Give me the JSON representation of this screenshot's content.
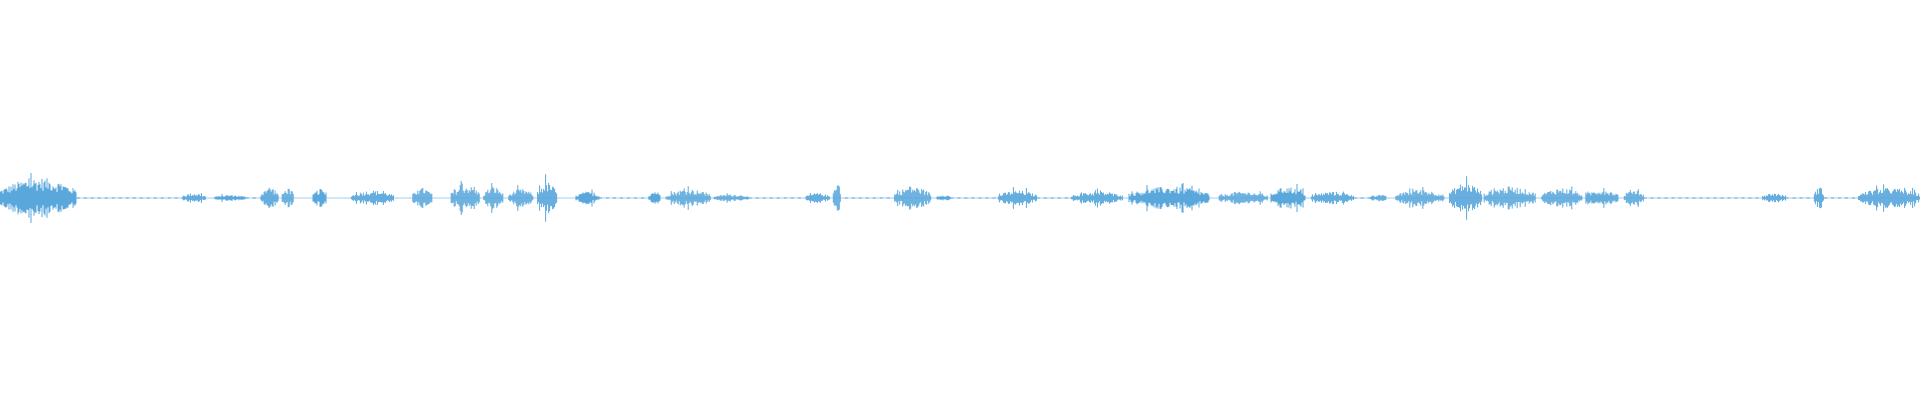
{
  "waveform": {
    "color": "#5aa7dc",
    "segments": [
      {
        "start": 0.0,
        "end": 0.04,
        "amp": 0.32
      },
      {
        "start": 0.095,
        "end": 0.107,
        "amp": 0.08
      },
      {
        "start": 0.112,
        "end": 0.128,
        "amp": 0.05
      },
      {
        "start": 0.136,
        "end": 0.145,
        "amp": 0.18
      },
      {
        "start": 0.147,
        "end": 0.153,
        "amp": 0.16
      },
      {
        "start": 0.163,
        "end": 0.17,
        "amp": 0.14
      },
      {
        "start": 0.183,
        "end": 0.205,
        "amp": 0.12
      },
      {
        "start": 0.215,
        "end": 0.225,
        "amp": 0.16
      },
      {
        "start": 0.235,
        "end": 0.25,
        "amp": 0.2
      },
      {
        "start": 0.252,
        "end": 0.262,
        "amp": 0.18
      },
      {
        "start": 0.265,
        "end": 0.278,
        "amp": 0.14
      },
      {
        "start": 0.28,
        "end": 0.29,
        "amp": 0.25
      },
      {
        "start": 0.3,
        "end": 0.312,
        "amp": 0.1
      },
      {
        "start": 0.338,
        "end": 0.344,
        "amp": 0.12
      },
      {
        "start": 0.347,
        "end": 0.37,
        "amp": 0.14
      },
      {
        "start": 0.372,
        "end": 0.39,
        "amp": 0.06
      },
      {
        "start": 0.42,
        "end": 0.432,
        "amp": 0.08
      },
      {
        "start": 0.434,
        "end": 0.438,
        "amp": 0.28
      },
      {
        "start": 0.466,
        "end": 0.485,
        "amp": 0.18
      },
      {
        "start": 0.488,
        "end": 0.495,
        "amp": 0.06
      },
      {
        "start": 0.52,
        "end": 0.54,
        "amp": 0.12
      },
      {
        "start": 0.558,
        "end": 0.585,
        "amp": 0.1
      },
      {
        "start": 0.588,
        "end": 0.63,
        "amp": 0.18
      },
      {
        "start": 0.635,
        "end": 0.66,
        "amp": 0.1
      },
      {
        "start": 0.662,
        "end": 0.68,
        "amp": 0.18
      },
      {
        "start": 0.683,
        "end": 0.705,
        "amp": 0.1
      },
      {
        "start": 0.714,
        "end": 0.722,
        "amp": 0.06
      },
      {
        "start": 0.727,
        "end": 0.752,
        "amp": 0.13
      },
      {
        "start": 0.755,
        "end": 0.772,
        "amp": 0.24
      },
      {
        "start": 0.773,
        "end": 0.8,
        "amp": 0.18
      },
      {
        "start": 0.803,
        "end": 0.824,
        "amp": 0.16
      },
      {
        "start": 0.826,
        "end": 0.843,
        "amp": 0.14
      },
      {
        "start": 0.846,
        "end": 0.856,
        "amp": 0.14
      },
      {
        "start": 0.918,
        "end": 0.93,
        "amp": 0.08
      },
      {
        "start": 0.945,
        "end": 0.95,
        "amp": 0.18
      },
      {
        "start": 0.968,
        "end": 1.0,
        "amp": 0.16
      }
    ],
    "dashes": [
      [
        0.04,
        0.095
      ],
      [
        0.128,
        0.136
      ],
      [
        0.312,
        0.338
      ],
      [
        0.39,
        0.42
      ],
      [
        0.44,
        0.466
      ],
      [
        0.495,
        0.52
      ],
      [
        0.54,
        0.558
      ],
      [
        0.705,
        0.714
      ],
      [
        0.856,
        0.918
      ],
      [
        0.93,
        0.945
      ],
      [
        0.95,
        0.968
      ]
    ]
  }
}
